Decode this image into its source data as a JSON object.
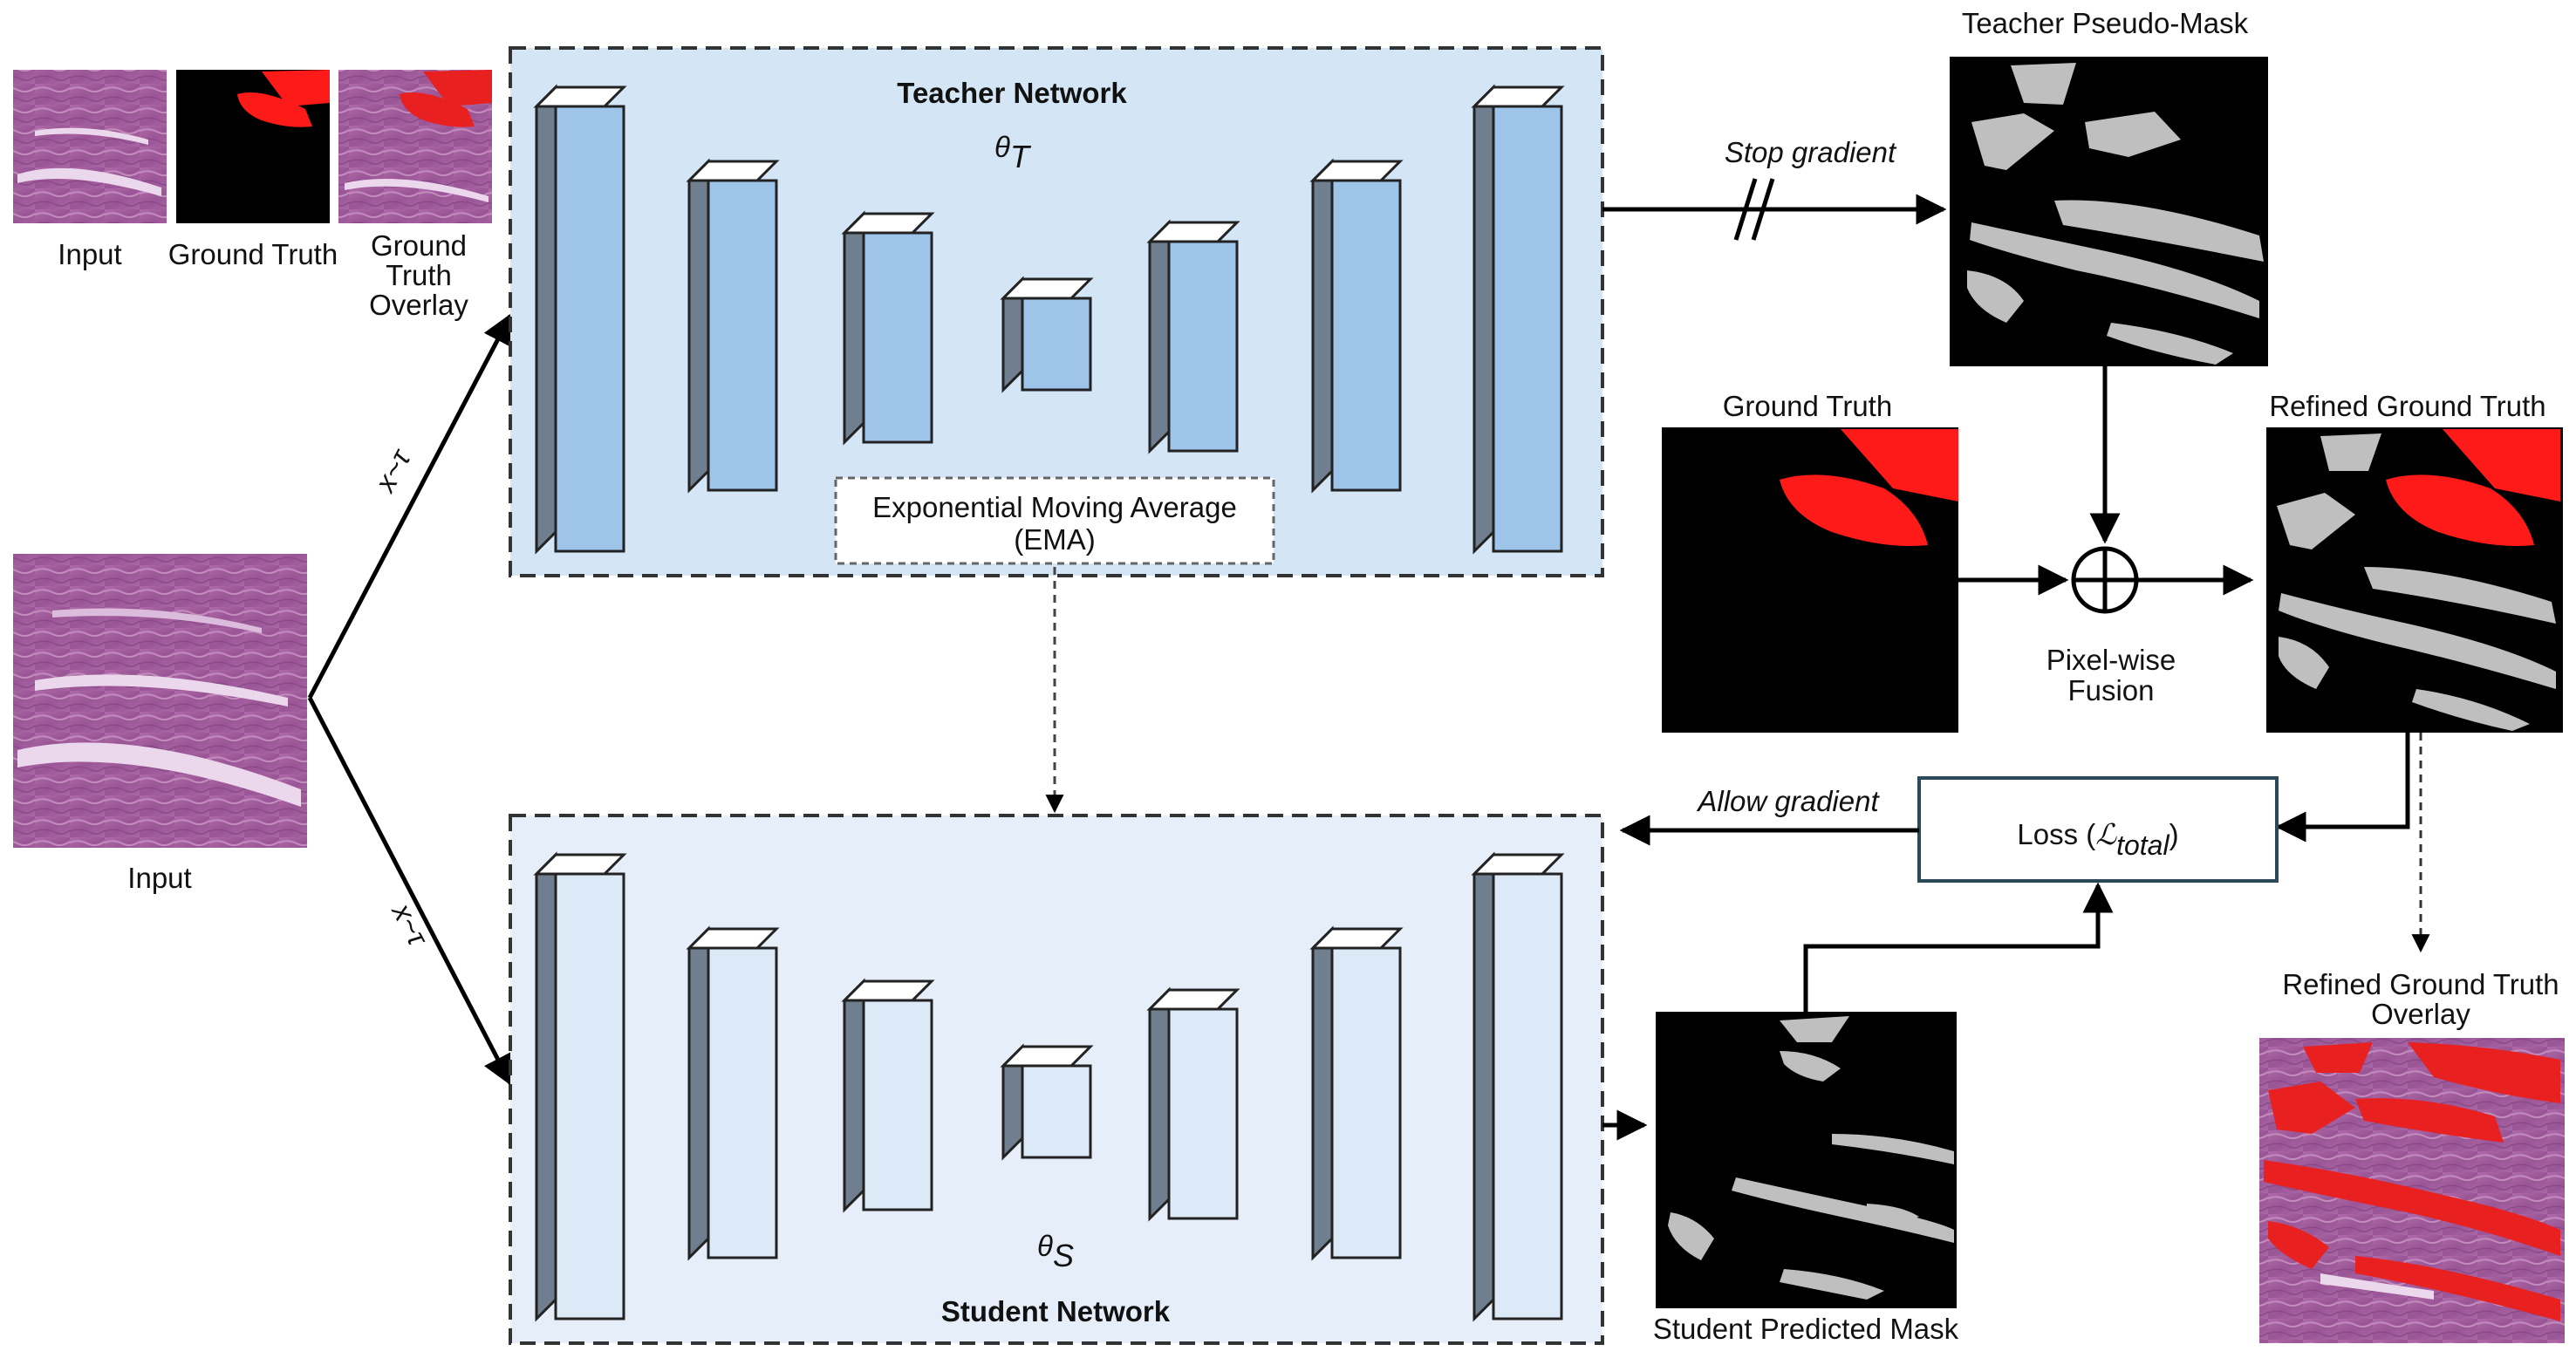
{
  "labels": {
    "thumb_input": "Input",
    "thumb_ground_truth": "Ground Truth",
    "thumb_gt_overlay_line1": "Ground",
    "thumb_gt_overlay_line2": "Truth",
    "thumb_gt_overlay_line3": "Overlay",
    "main_input": "Input",
    "aug_top": "x~τ",
    "aug_bottom": "x~τ",
    "teacher_title": "Teacher Network",
    "teacher_theta": "θ",
    "teacher_theta_sub": "T",
    "ema_line1": "Exponential Moving Average",
    "ema_line2": "(EMA)",
    "student_title": "Student Network",
    "student_theta": "θ",
    "student_theta_sub": "S",
    "stop_gradient": "Stop gradient",
    "allow_gradient": "Allow gradient",
    "teacher_pseudo_mask": "Teacher Pseudo-Mask",
    "ground_truth": "Ground Truth",
    "refined_ground_truth": "Refined Ground Truth",
    "fusion_line1": "Pixel-wise",
    "fusion_line2": "Fusion",
    "loss_prefix": "Loss (",
    "loss_symbol": "ℒ",
    "loss_sub": "total",
    "loss_suffix": ")",
    "student_predicted_mask": "Student Predicted Mask",
    "refined_overlay_line1": "Refined Ground Truth",
    "refined_overlay_line2": "Overlay"
  },
  "colors": {
    "teacher_panel": "#d4e5f5",
    "student_panel": "#e6eff9",
    "teacher_block": "#9fc4ea",
    "student_block": "#dce9f7",
    "tissue": "#a35c9f",
    "lesion_red": "#ff1a1a",
    "mask_gray": "#bfbfbf"
  },
  "icons": [
    "dashed-panel",
    "unet-blocks",
    "pixelwise-sum-icon",
    "stop-gradient-slash"
  ]
}
